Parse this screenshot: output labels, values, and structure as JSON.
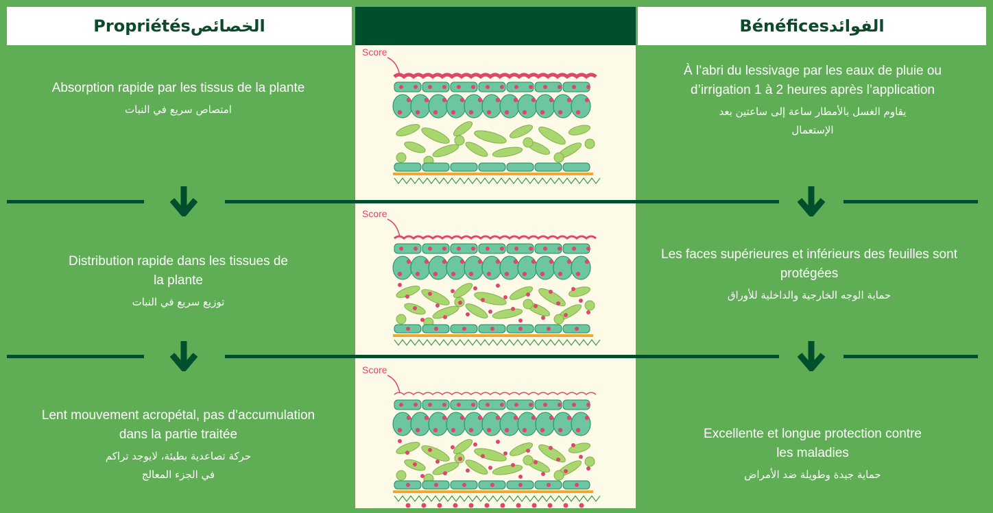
{
  "header": {
    "left_fr": "Propriétés",
    "left_ar": "الخصائص",
    "right_fr": "Bénéfices",
    "right_ar": "الفوائد"
  },
  "rows": [
    {
      "property_fr": "Absorption rapide par les tissus de la plante",
      "property_ar": "امتصاص سريع في النبات",
      "benefit_fr": "À l’abri du lessivage par les eaux de pluie ou d’irrigation 1 à 2 heures après l’application",
      "benefit_ar": "يقاوم الغسل بالأمطار ساعة إلى ساعتين بعد الإستعمال",
      "score_label": "Score"
    },
    {
      "property_fr": "Distribution rapide dans les tissues de la plante",
      "property_ar": "توزيع سريع في النبات",
      "benefit_fr": "Les faces supérieures et inférieurs des feuilles sont protégées",
      "benefit_ar": "حماية الوجه الخارجية والداخلية للأوراق",
      "score_label": "Score"
    },
    {
      "property_fr": "Lent mouvement acropétal, pas d’accumulation dans la partie traitée",
      "property_ar": "حركة تصاعدية بطيئة، لايوجد تراكم في الجزء المعالج",
      "benefit_fr": "Excellente et longue protection contre les maladies",
      "benefit_ar": "حماية جيدة وطويلة ضد الأمراض",
      "score_label": "Score"
    }
  ],
  "colors": {
    "background": "#5fae55",
    "dark_green": "#004f2c",
    "panel": "#fdfae8",
    "cell": "#6cc6a0",
    "cell_border": "#1f8a63",
    "dot": "#e0456a",
    "mesophyll": "#a9d66e",
    "cuticle_orange": "#f0a830"
  },
  "icons": [
    "arrow-down-icon",
    "leaf-cross-section-icon"
  ]
}
